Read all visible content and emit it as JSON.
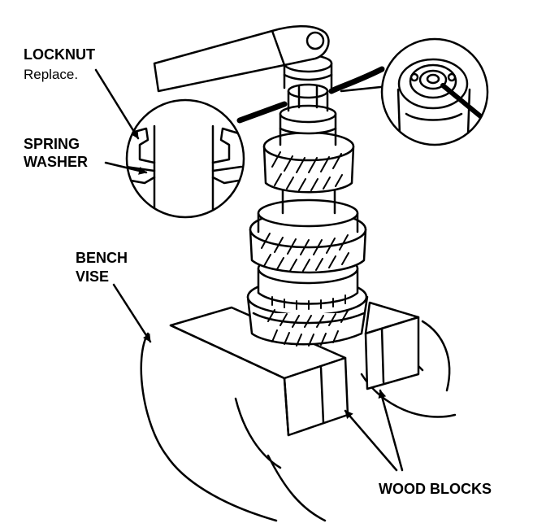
{
  "labels": {
    "locknut": "LOCKNUT",
    "replace": "Replace.",
    "spring_line1": "SPRING",
    "spring_line2": "WASHER",
    "bench_line1": "BENCH",
    "bench_line2": "VISE",
    "wood_blocks": "WOOD BLOCKS"
  },
  "colors": {
    "ink": "#000000",
    "paper": "#ffffff"
  }
}
